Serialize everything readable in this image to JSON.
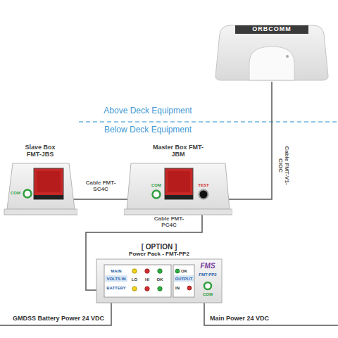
{
  "diagram": {
    "nodes": [
      {
        "text": [
          "ORBCOMM"
        ]
      },
      {
        "text": [
          "Slave Box FMT-JBS",
          "COM"
        ]
      },
      {
        "text": [
          "Master Box FMT-JBM",
          "COM",
          "TEST"
        ]
      },
      {
        "text": [
          "[ OPTION ]",
          "Power Pack - FMT-PP2",
          "MAIN",
          "VOLTS IN",
          "BATTERY",
          "LO",
          "HI",
          "OK",
          "OK",
          "OUTPUT",
          "IN",
          "FMS",
          "FMT-PP2",
          "COM"
        ]
      }
    ],
    "edges": [
      {
        "from": 0,
        "to": 2,
        "arrow": "none",
        "label": "Cable FMT-V1-CIOC"
      },
      {
        "from": 1,
        "to": 2,
        "arrow": "none",
        "label": "Cable FMT-SC4C"
      },
      {
        "from": 2,
        "to": 3,
        "arrow": "none",
        "label": "Cable FMT-PC4C"
      }
    ],
    "labels": [
      "Above Deck Equipment",
      "Below Deck Equipment",
      "GMDSS Battery Power 24 VDC",
      "Main Power 24 VDC"
    ]
  }
}
